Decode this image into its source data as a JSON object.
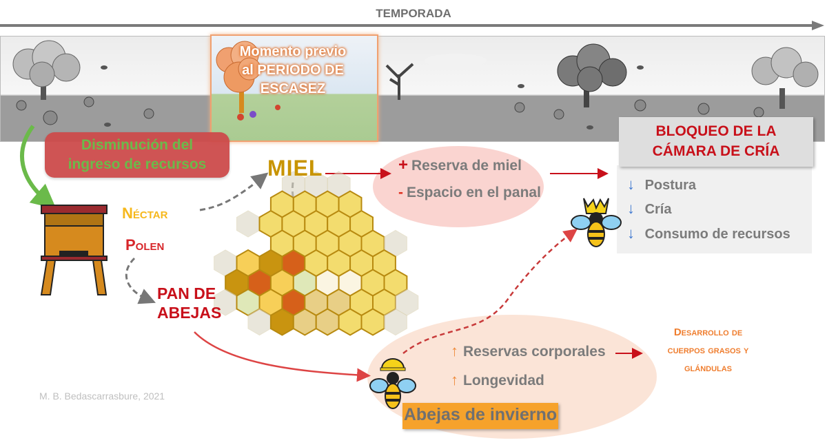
{
  "timeline": {
    "label": "TEMPORADA",
    "icon": "arrow-right-icon"
  },
  "landscape": {
    "scenes": [
      "flowering-season-left",
      "scarcity-period-dry-tree",
      "flowering-season-right"
    ],
    "highlight": {
      "text_lines": [
        "Momento previo",
        "al PERIODO DE",
        "ESCASEZ"
      ],
      "color": "#f0a070"
    }
  },
  "decrease_banner": {
    "text_lines": [
      "Disminución del",
      "ingreso de recursos"
    ],
    "bg_color": "#cd4b4b",
    "text_color": "#6bba4a"
  },
  "hive": {
    "icon": "beehive-icon"
  },
  "resources": {
    "nectar": "Néctar",
    "polen": "Polen",
    "pan_de_abejas": [
      "PAN DE",
      "ABEJAS"
    ],
    "miel": "MIEL"
  },
  "honey_effects": {
    "items": [
      {
        "sign": "+",
        "text": "Reserva de miel"
      },
      {
        "sign": "-",
        "text": "Espacio en el panal"
      }
    ]
  },
  "brood_block": {
    "title_lines": [
      "BLOQUEO DE LA",
      "CÁMARA DE CRÍA"
    ],
    "effects": [
      {
        "direction": "down",
        "text": "Postura"
      },
      {
        "direction": "down",
        "text": "Cría"
      },
      {
        "direction": "down",
        "text": "Consumo de recursos"
      }
    ],
    "icon": "queen-bee-icon"
  },
  "winter_bees": {
    "label": "Abejas de invierno",
    "effects": [
      {
        "direction": "up",
        "text": "Reservas corporales"
      },
      {
        "direction": "up",
        "text": "Longevidad"
      }
    ],
    "icon": "worker-bee-icon",
    "outcome_lines": [
      "Desarrollo de",
      "cuerpos grasos y",
      "glándulas"
    ]
  },
  "honeycomb": {
    "icon": "honeycomb-icon"
  },
  "credit": "M. B. Bedascarrasbure, 2021",
  "colors": {
    "honey": "#c89400",
    "nectar": "#f6b81c",
    "polen": "#d7262a",
    "red_accent": "#c8101a",
    "blue_arrow": "#3d77d0",
    "orange_arrow": "#ef8a3a"
  }
}
